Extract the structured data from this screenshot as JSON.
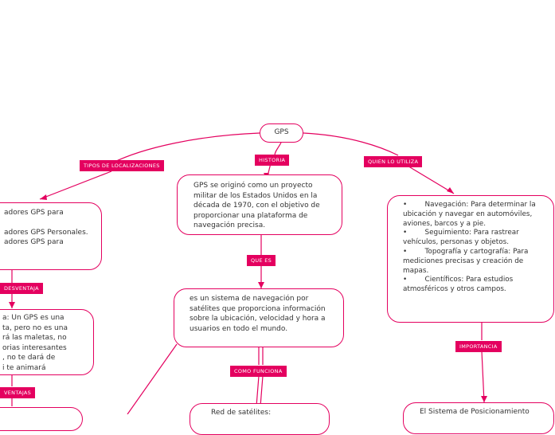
{
  "root": {
    "label": "GPS"
  },
  "tags": {
    "tipos": "TIPOS DE LOCALIZACIONES",
    "historia": "HISTORIA",
    "quien": "QUIEN LO UTILIZA",
    "desventaja": "DESVENTAJA",
    "ventajas": "VENTAJAS",
    "que_es": "QUE ES",
    "como_funciona": "COMO FUNCIONA",
    "importancia": "IMPORTANCIA"
  },
  "nodes": {
    "tipos_lines": [
      "adores GPS para",
      "",
      "adores GPS Personales.",
      "adores GPS para"
    ],
    "historia_text": "GPS se originó como un proyecto militar de los Estados Unidos en la década de 1970, con el objetivo de proporcionar una plataforma de navegación precisa.",
    "quien_lines": [
      "•        Navegación: Para determinar la ubicación y navegar en automóviles, aviones, barcos y a pie.",
      "•        Seguimiento: Para rastrear vehículos, personas y objetos.",
      "•        Topografía y cartografía: Para mediciones precisas y creación de mapas.",
      "•        Científicos: Para estudios atmosféricos y otros campos."
    ],
    "desventaja_lines": [
      "a: Un GPS es una",
      "ta, pero no es una",
      "rá las maletas, no",
      "orias interesantes",
      ", no te dará de",
      "i te animará"
    ],
    "que_es_text": "es un sistema de navegación por satélites que proporciona información sobre la ubicación, velocidad y hora a usuarios en todo el mundo.",
    "como_text": "Red de satélites:",
    "importancia_text": "El Sistema de Posicionamiento"
  }
}
